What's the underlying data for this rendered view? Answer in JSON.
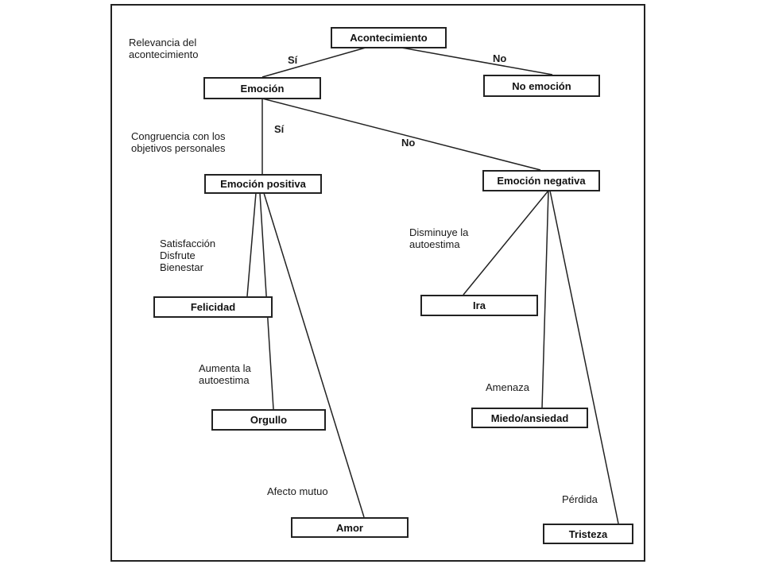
{
  "nodes": {
    "acontecimiento": "Acontecimiento",
    "emocion": "Emoción",
    "no_emocion": "No emoción",
    "emocion_positiva": "Emoción positiva",
    "emocion_negativa": "Emoción negativa",
    "felicidad": "Felicidad",
    "orgullo": "Orgullo",
    "amor": "Amor",
    "ira": "Ira",
    "miedo_ansiedad": "Miedo/ansiedad",
    "tristeza": "Tristeza"
  },
  "labels": {
    "relevancia": [
      "Relevancia del",
      "acontecimiento"
    ],
    "si_1": "Sí",
    "no_1": "No",
    "congruencia": [
      "Congruencia con los",
      "objetivos personales"
    ],
    "si_2": "Sí",
    "no_2": "No",
    "satisfaccion": [
      "Satisfacción",
      "Disfrute",
      "Bienestar"
    ],
    "disminuye": [
      "Disminuye la",
      "autoestima"
    ],
    "aumenta": [
      "Aumenta la",
      "autoestima"
    ],
    "amenaza": "Amenaza",
    "afecto": "Afecto mutuo",
    "perdida": "Pérdida"
  },
  "colors": {
    "ink": "#222222",
    "background": "#ffffff"
  }
}
